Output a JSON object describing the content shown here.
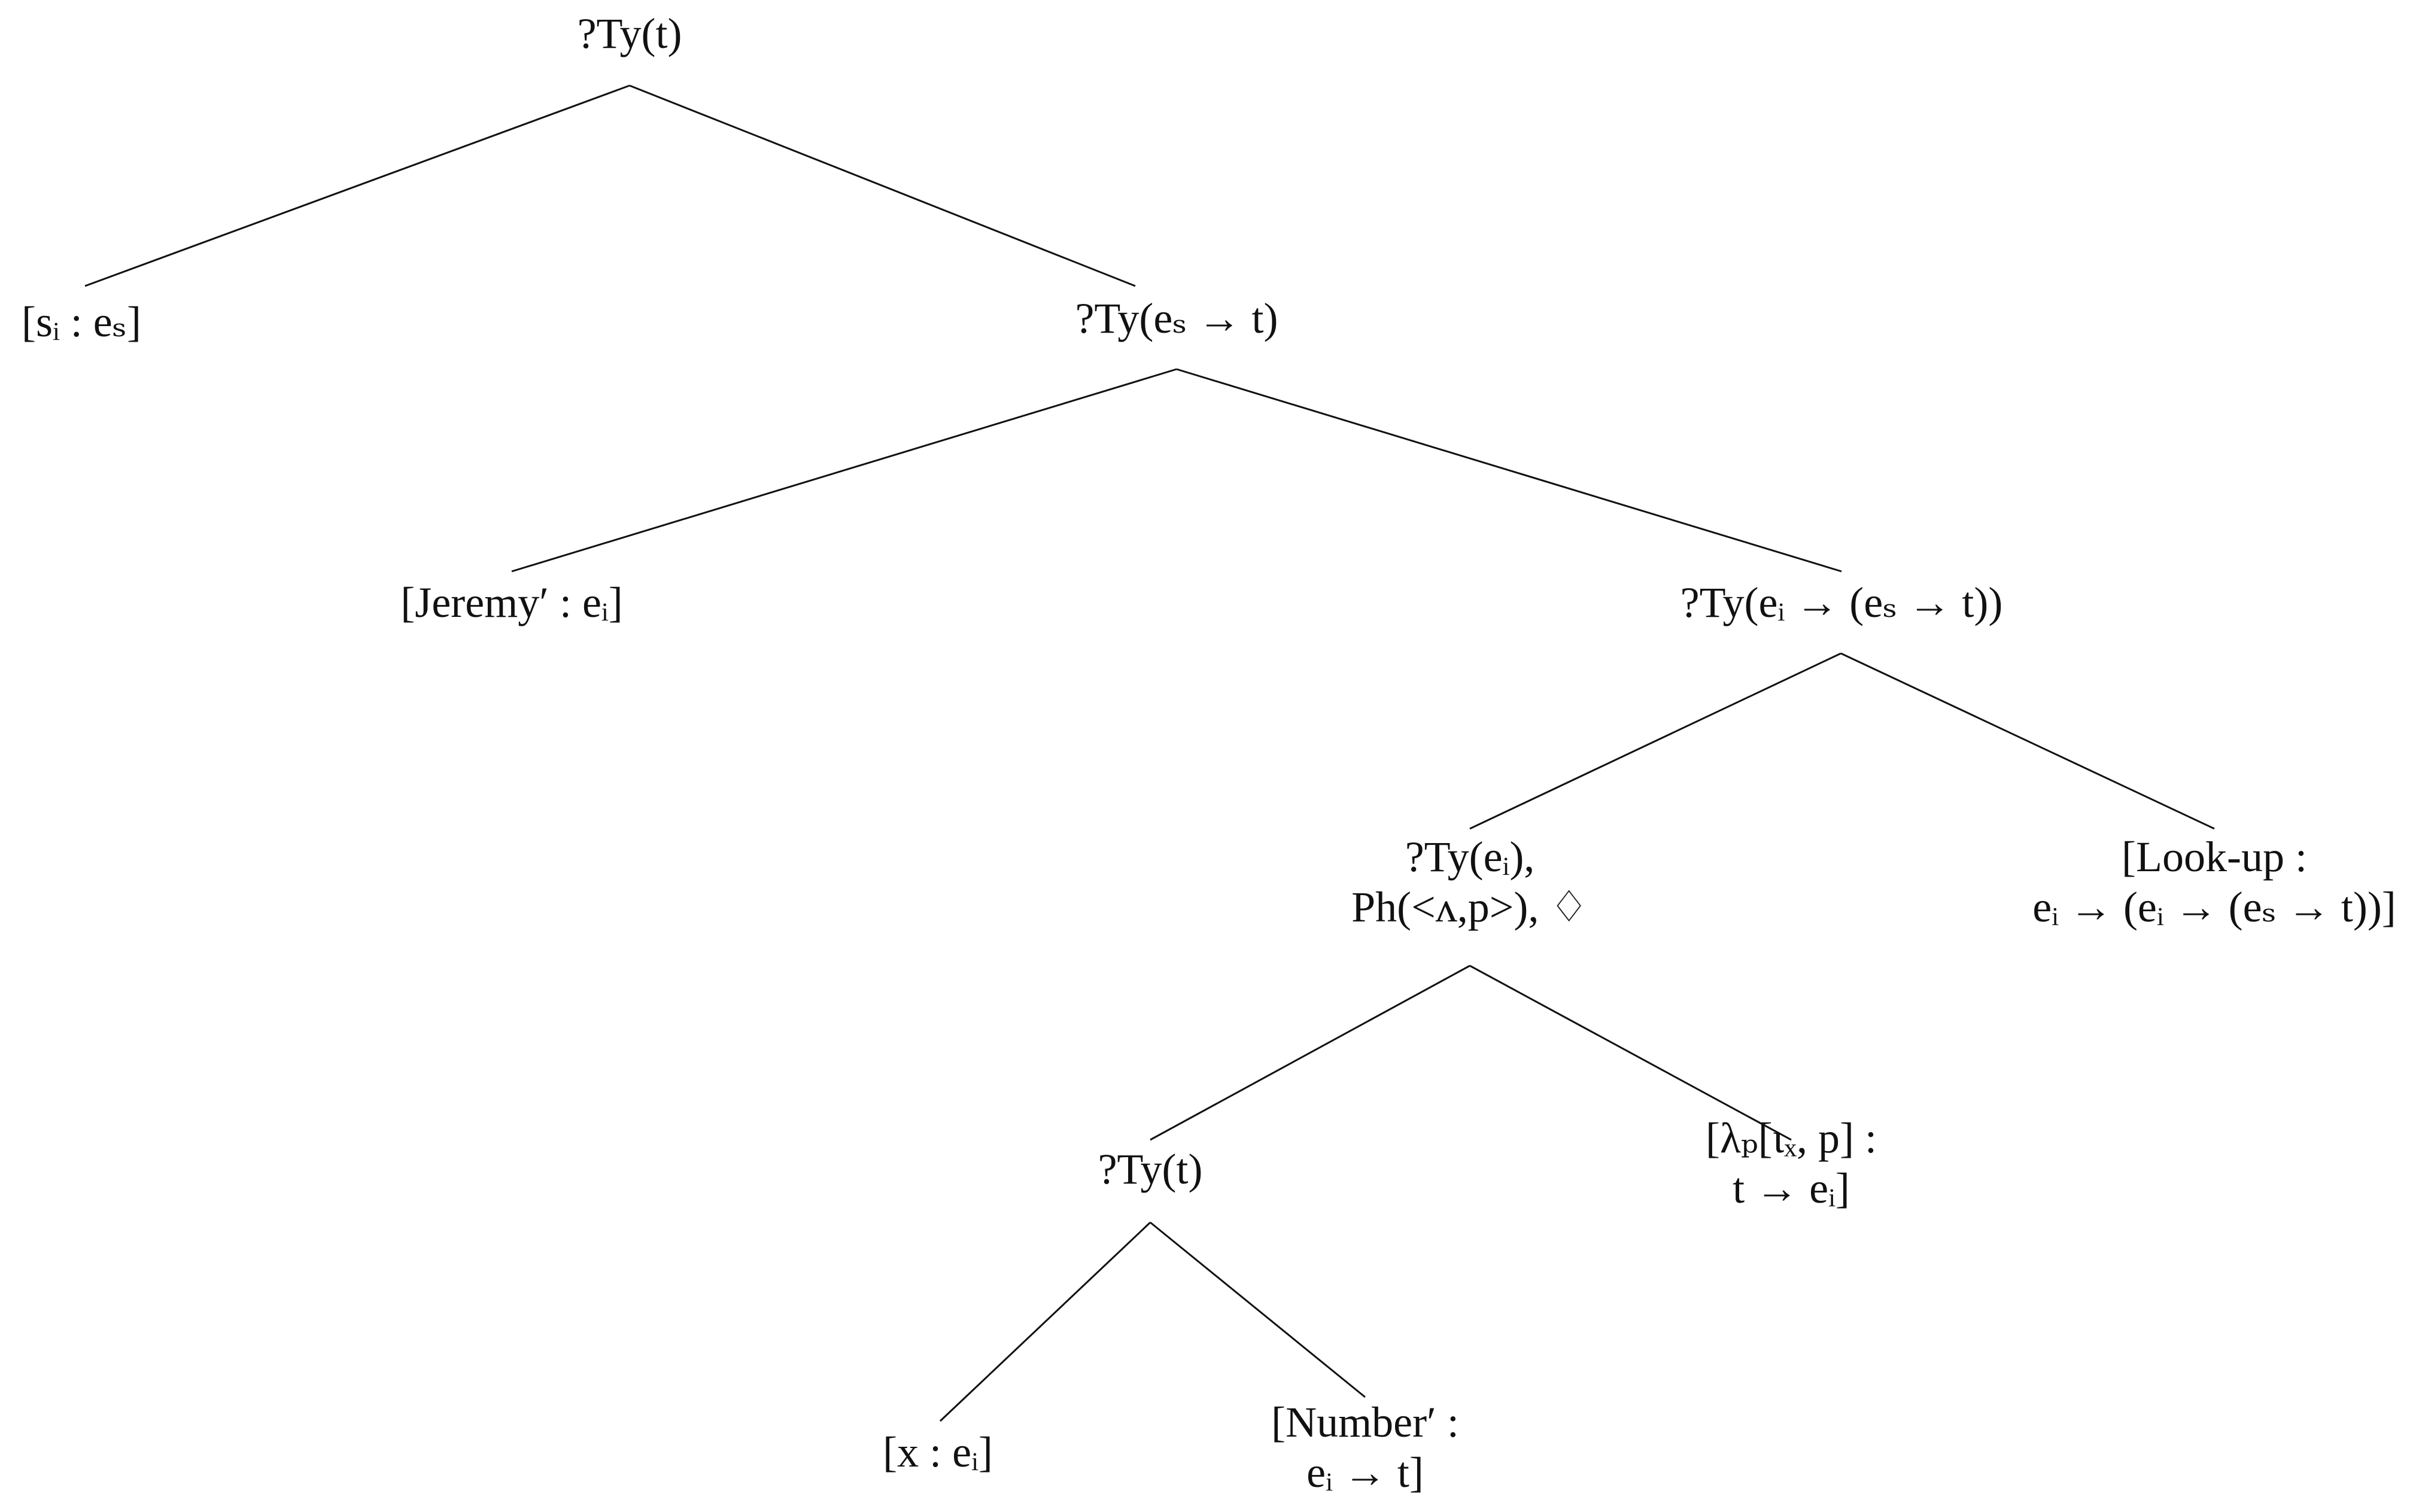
{
  "tree": {
    "nodes": [
      {
        "id": "root",
        "lines": [
          "?Ty(t)"
        ]
      },
      {
        "id": "subject",
        "lines": [
          "[sᵢ : eₛ]"
        ]
      },
      {
        "id": "predicate",
        "lines": [
          "?Ty(eₛ → t)"
        ]
      },
      {
        "id": "jeremy",
        "lines": [
          "[Jeremy′ : eᵢ]"
        ]
      },
      {
        "id": "verb-phrase",
        "lines": [
          "?Ty(eᵢ → (eₛ → t))"
        ]
      },
      {
        "id": "object",
        "lines": [
          "?Ty(eᵢ),",
          "Ph(<ʌ,p>), ♢"
        ]
      },
      {
        "id": "look-up",
        "lines": [
          "[Look-up :",
          "eᵢ → (eᵢ → (eₛ → t))]"
        ]
      },
      {
        "id": "restrictor",
        "lines": [
          "?Ty(t)"
        ]
      },
      {
        "id": "iota",
        "lines": [
          "[λₚ[ιₓ, p] :",
          "t → eᵢ]"
        ]
      },
      {
        "id": "variable",
        "lines": [
          "[x : eᵢ]"
        ]
      },
      {
        "id": "number",
        "lines": [
          "[Number′ :",
          "eᵢ → t]"
        ]
      }
    ],
    "edges": [
      [
        "root",
        "subject"
      ],
      [
        "root",
        "predicate"
      ],
      [
        "predicate",
        "jeremy"
      ],
      [
        "predicate",
        "verb-phrase"
      ],
      [
        "verb-phrase",
        "object"
      ],
      [
        "verb-phrase",
        "look-up"
      ],
      [
        "object",
        "restrictor"
      ],
      [
        "object",
        "iota"
      ],
      [
        "restrictor",
        "variable"
      ],
      [
        "restrictor",
        "number"
      ]
    ]
  }
}
